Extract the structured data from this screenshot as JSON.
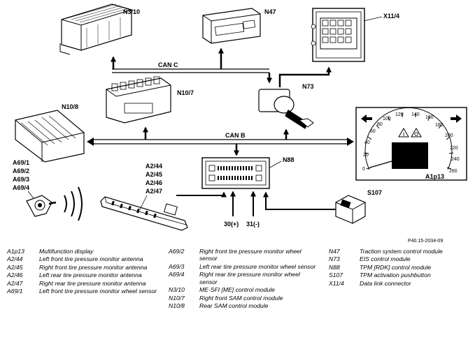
{
  "diagram": {
    "bus_labels": {
      "can_c": "CAN C",
      "can_b": "CAN B"
    },
    "components": {
      "n3_10": "N3/10",
      "n47": "N47",
      "x11_4": "X11/4",
      "n10_7": "N10/7",
      "n73": "N73",
      "n10_8": "N10/8",
      "n88": "N88",
      "a1p13": "A1p13",
      "s107": "S107",
      "pin_30": "30(+)",
      "pin_31": "31(-)"
    },
    "sensor_labels": [
      "A69/1",
      "A69/2",
      "A69/3",
      "A69/4"
    ],
    "antenna_labels": [
      "A2/44",
      "A2/45",
      "A2/46",
      "A2/47"
    ],
    "gauge_ticks": [
      "0",
      "20",
      "40",
      "60",
      "80",
      "100",
      "120",
      "140",
      "160",
      "180",
      "200",
      "220",
      "240",
      "260"
    ],
    "reference": "P40.15-2034-09"
  },
  "legend": {
    "col1": [
      {
        "code": "A1p13",
        "desc": "Multifunction display"
      },
      {
        "code": "A2/44",
        "desc": "Left front tire pressure monitor antenna"
      },
      {
        "code": "A2/45",
        "desc": "Right front tire pressure monitor antenna"
      },
      {
        "code": "A2/46",
        "desc": "Left rear tire pressure monitor antenna"
      },
      {
        "code": "A2/47",
        "desc": "Right rear tire pressure monitor antenna"
      },
      {
        "code": "A69/1",
        "desc": "Left front tire pressure monitor wheel sensor"
      }
    ],
    "col2": [
      {
        "code": "A69/2",
        "desc": "Right front tire pressure monitor wheel sensor"
      },
      {
        "code": "A69/3",
        "desc": "Left rear tire pressure monitor wheel sensor"
      },
      {
        "code": "A69/4",
        "desc": "Right rear tire pressure monitor wheel sensor"
      },
      {
        "code": "N3/10",
        "desc": "ME-SFI [ME] control module"
      },
      {
        "code": "N10/7",
        "desc": "Right front SAM control module"
      },
      {
        "code": "N10/8",
        "desc": "Rear SAM control module"
      }
    ],
    "col3": [
      {
        "code": "N47",
        "desc": "Traction system control module"
      },
      {
        "code": "N73",
        "desc": "EIS control module"
      },
      {
        "code": "N88",
        "desc": "TPM [RDK] control module"
      },
      {
        "code": "S107",
        "desc": "TPM activation pushbutton"
      },
      {
        "code": "X11/4",
        "desc": "Data link connector"
      }
    ]
  }
}
